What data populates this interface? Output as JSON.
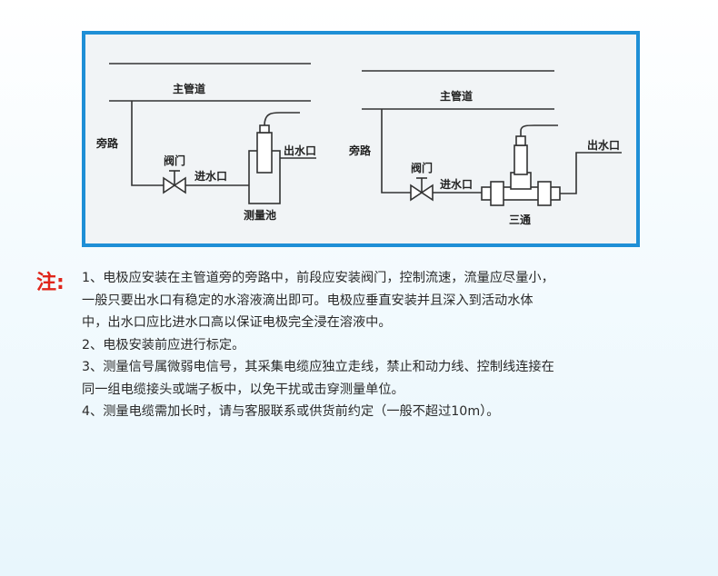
{
  "diagram": {
    "left": {
      "main_pipe": "主管道",
      "bypass": "旁路",
      "valve": "阀门",
      "inlet": "进水口",
      "outlet": "出水口",
      "tank": "测量池"
    },
    "right": {
      "main_pipe": "主管道",
      "bypass": "旁路",
      "valve": "阀门",
      "inlet": "进水口",
      "outlet": "出水口",
      "tee": "三通"
    }
  },
  "notes": {
    "title": "注:",
    "lines": [
      "1、电极应安装在主管道旁的旁路中，前段应安装阀门，控制流速，流量应尽量小，",
      "一般只要出水口有稳定的水溶液滴出即可。电极应垂直安装并且深入到活动水体",
      "中，出水口应比进水口高以保证电极完全浸在溶液中。",
      "2、电极安装前应进行标定。",
      "3、测量信号属微弱电信号，其采集电缆应独立走线，禁止和动力线、控制线连接在",
      "同一组电缆接头或端子板中，以免干扰或击穿测量单位。",
      "4、测量电缆需加长时，请与客服联系或供货前约定（一般不超过10m）。"
    ]
  },
  "colors": {
    "frame_border": "#1f8fd6",
    "note_title": "#e0251b"
  }
}
